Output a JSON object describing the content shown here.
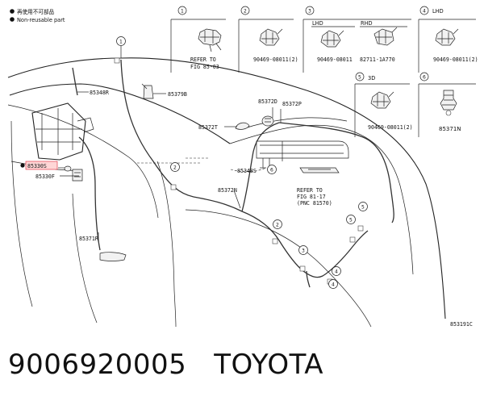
{
  "legend": {
    "japanese_note": "再使用不可部品",
    "english_note": "Non-reusable part"
  },
  "insets": {
    "box1": {
      "num": "1",
      "line1": "REFER TO",
      "line2": "FIG 85-03"
    },
    "box2": {
      "num": "2",
      "part": "90469-08011(2)"
    },
    "box3": {
      "num": "3",
      "lhd": "LHD",
      "rhd": "RHD",
      "part_lhd": "90469-08011",
      "part_rhd": "82711-1A770"
    },
    "box4": {
      "num": "4",
      "tag": "LHD",
      "part": "90469-08011(2)"
    },
    "box5": {
      "num": "5",
      "tag": "3D",
      "part": "90469-08011(2)"
    },
    "box6": {
      "num": "6",
      "part": "85371N"
    }
  },
  "labels": {
    "p85348R": "85348R",
    "p85379B": "85379B",
    "p85372D": "85372D",
    "p85372P": "85372P",
    "p85372T": "85372T",
    "p85348S": "85348S",
    "p85330S": "85330S",
    "p85330F": "85330F",
    "p85372N": "85372N",
    "p85371R": "85371R",
    "refer1": "REFER TO",
    "refer2": "FIG 81-17",
    "refer3": "(PNC 81570)"
  },
  "callouts": {
    "c1": "1",
    "c2a": "2",
    "c2b": "2",
    "c3": "3",
    "c4a": "4",
    "c4b": "4",
    "c5": "5",
    "c6": "6"
  },
  "figure_code": "853191C",
  "footer": {
    "part_number": "9006920005",
    "brand": "TOYOTA"
  }
}
